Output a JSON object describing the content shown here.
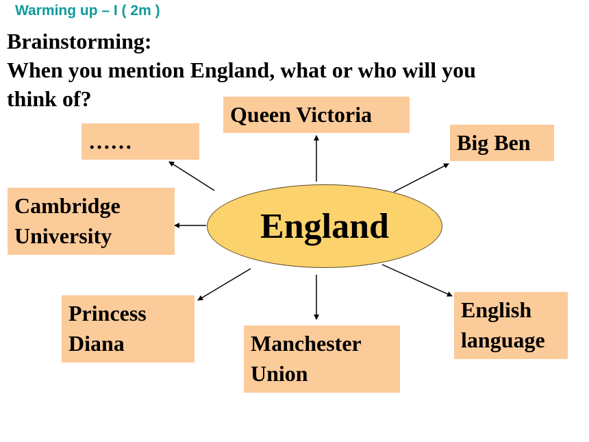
{
  "header": {
    "subtitle": "Warming up – I ( 2m )",
    "title": "Brainstorming:",
    "question_line1": "When you mention England, what or who will you",
    "question_line2": "think of?"
  },
  "diagram": {
    "center": "England",
    "nodes": {
      "queen_victoria": "Queen Victoria",
      "ellipsis": "……",
      "big_ben": "Big Ben",
      "cambridge": [
        "Cambridge",
        "University"
      ],
      "princess_diana": [
        "Princess",
        "Diana"
      ],
      "manchester": [
        "Manchester",
        "Union"
      ],
      "english_language": [
        "English",
        "language"
      ]
    }
  },
  "colors": {
    "subtitle": "#0f9a9a",
    "node_fill": "#fccb9a",
    "center_fill": "#fcd26c"
  }
}
